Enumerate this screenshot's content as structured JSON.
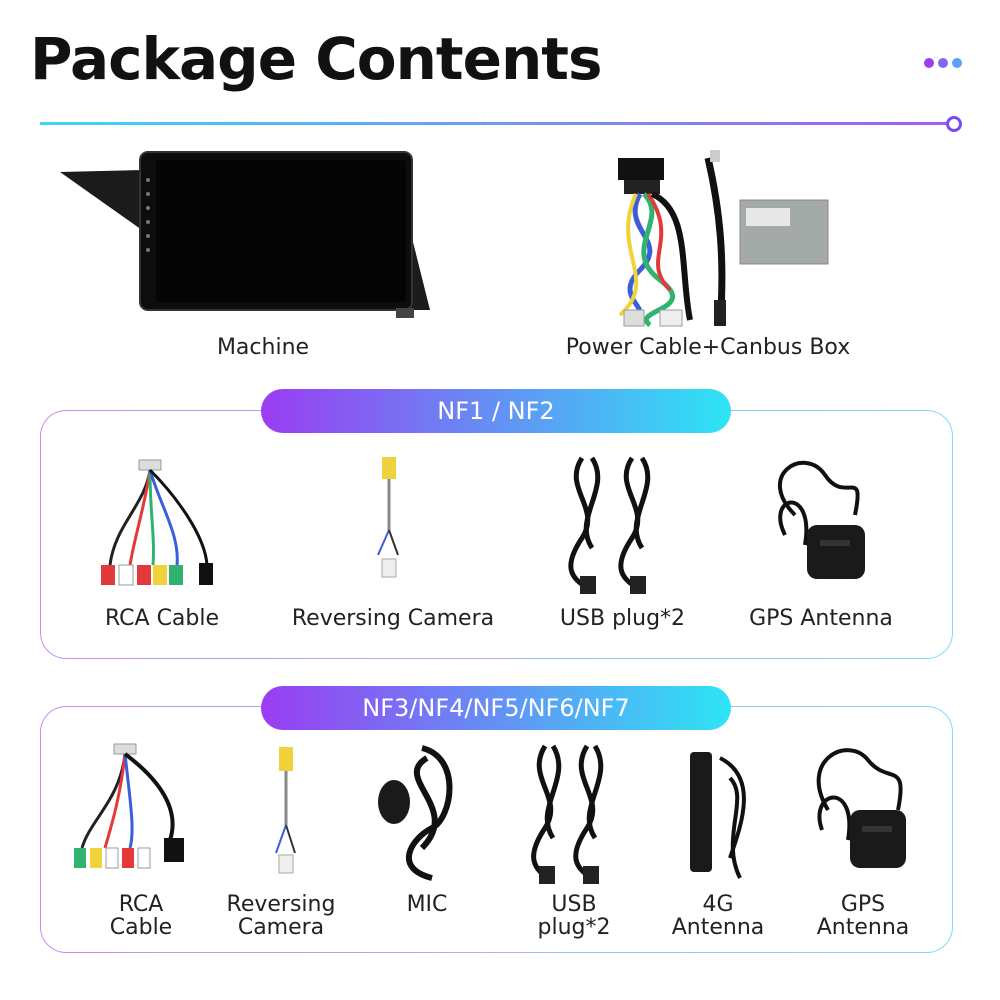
{
  "header": {
    "title": "Package Contents",
    "accent_colors": [
      "#9a3df2",
      "#2ee4f5"
    ]
  },
  "top_items": [
    {
      "label": "Machine",
      "icon": "head-unit-icon"
    },
    {
      "label": "Power Cable+Canbus Box",
      "icon": "power-cable-canbus-icon"
    }
  ],
  "group1": {
    "label": "NF1 / NF2",
    "items": [
      {
        "label": "RCA Cable",
        "icon": "rca-cable-icon"
      },
      {
        "label": "Reversing Camera",
        "icon": "reversing-camera-icon"
      },
      {
        "label": "USB plug*2",
        "icon": "usb-plug-icon"
      },
      {
        "label": "GPS Antenna",
        "icon": "gps-antenna-icon"
      }
    ]
  },
  "group2": {
    "label": "NF3/NF4/NF5/NF6/NF7",
    "items": [
      {
        "label": "RCA Cable",
        "icon": "rca-cable-icon"
      },
      {
        "label": "Reversing Camera",
        "icon": "reversing-camera-icon"
      },
      {
        "label": "MIC",
        "icon": "mic-icon"
      },
      {
        "label": "USB plug*2",
        "icon": "usb-plug-icon"
      },
      {
        "label": "4G Antenna",
        "icon": "4g-antenna-icon"
      },
      {
        "label": "GPS Antenna",
        "icon": "gps-antenna-icon"
      }
    ]
  }
}
